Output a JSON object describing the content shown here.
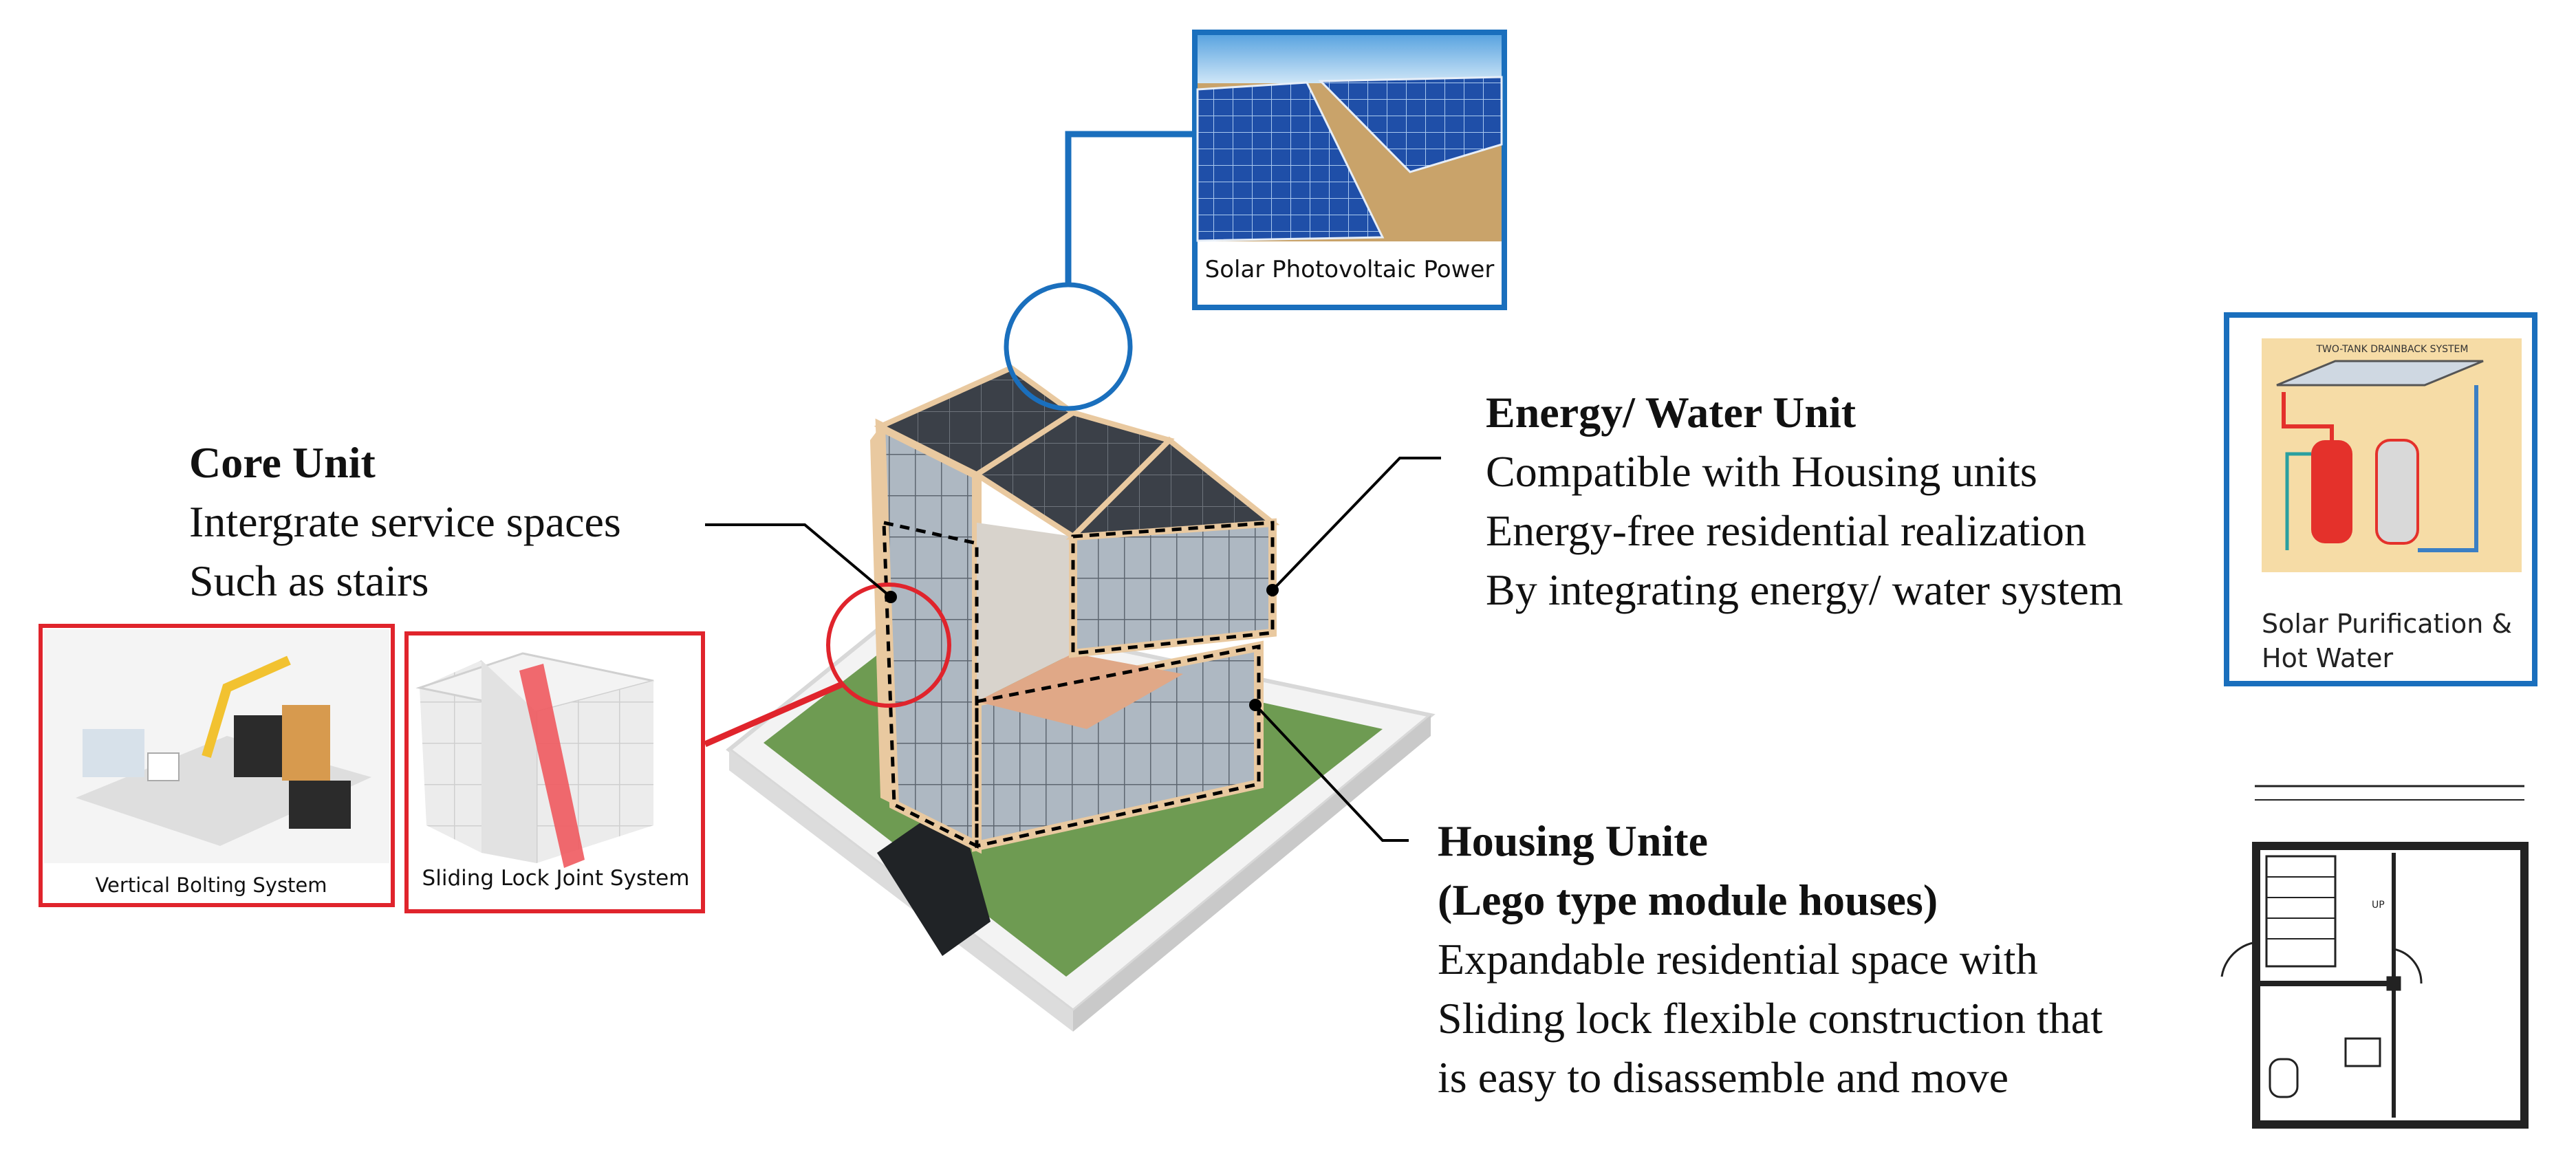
{
  "core_unit": {
    "title": "Core Unit",
    "lines": [
      "Intergrate service spaces",
      "Such as stairs"
    ]
  },
  "energy_unit": {
    "title": "Energy/ Water Unit",
    "lines": [
      "Compatible with Housing units",
      "Energy-free residential realization",
      "By integrating energy/ water system"
    ]
  },
  "housing_unit": {
    "title": "Housing Unite",
    "subtitle": "(Lego type module houses)",
    "lines": [
      "Expandable residential space with",
      "Sliding lock flexible construction that",
      "is easy to disassemble and move"
    ]
  },
  "captions": {
    "solar_pv": "Solar Photovoltaic Power",
    "solar_water_1": "Solar Purification &",
    "solar_water_2": "Hot Water",
    "vertical_bolting": "Vertical Bolting System",
    "sliding_lock": "Sliding Lock Joint System",
    "drainback_title": "TWO-TANK DRAINBACK SYSTEM",
    "floor_plan_up": "UP"
  },
  "colors": {
    "blue_frame": "#1a6fbd",
    "red_frame": "#e0242c",
    "grass": "#6e9b52",
    "wood": "#e9c9a0",
    "panel": "#3a3f47"
  }
}
